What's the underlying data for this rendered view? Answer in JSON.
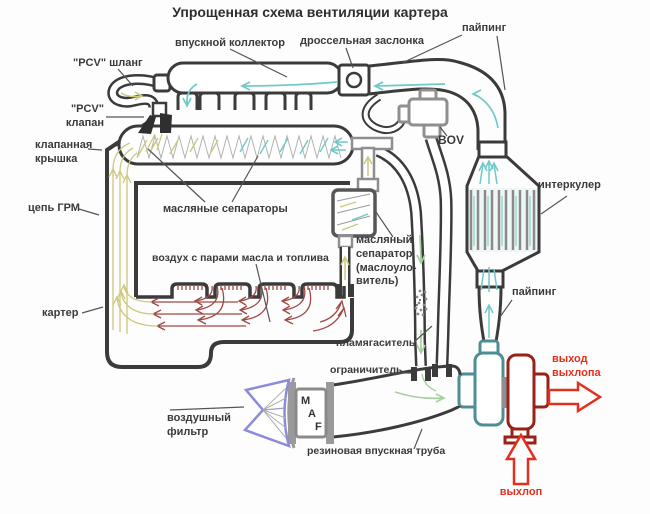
{
  "title": "Упрощенная схема вентиляции картера",
  "labels": {
    "intake_manifold": "впускной коллектор",
    "throttle": "дроссельная заслонка",
    "piping_top": "пайпинг",
    "pcv_hose": "\"PCV\" шланг",
    "pcv_valve": "\"PCV\"\nклапан",
    "valve_cover": "клапанная\nкрышка",
    "timing_chain": "цепь ГРМ",
    "oil_separators": "масляные сепараторы",
    "air_oil_vapors": "воздух с парами масла и топлива",
    "crankcase": "картер",
    "oil_catch_can": "масляный\nсепаратор\n(маслоуло-\nвитель)",
    "bov": "BOV",
    "intercooler": "интеркулер",
    "piping_right": "пайпинг",
    "flame_arrestor": "пламягаситель",
    "restrictor": "ограничитель",
    "air_filter": "воздушный\nфильтр",
    "rubber_intake_tube": "резиновая впускная труба",
    "exhaust_out": "выход\nвыхлопа",
    "exhaust_in": "выхлоп",
    "maf_m": "M",
    "maf_a": "A",
    "maf_f": "F"
  },
  "colors": {
    "outline": "#3b3b3b",
    "label_text": "#3a3a3a",
    "fitting_gray": "#979797",
    "turbo_compressor_teal": "#4e8d93",
    "turbo_turbine_darkred": "#992218",
    "exhaust_red": "#e3301e",
    "flow_cyan": "#6fc9c9",
    "flow_khaki": "#cdc87e",
    "flow_darkred": "#9e4a44",
    "flow_green": "#a9cfa2",
    "filter_purple": "#8b8bd9",
    "intercooler_fin": "#8a8a8a"
  }
}
